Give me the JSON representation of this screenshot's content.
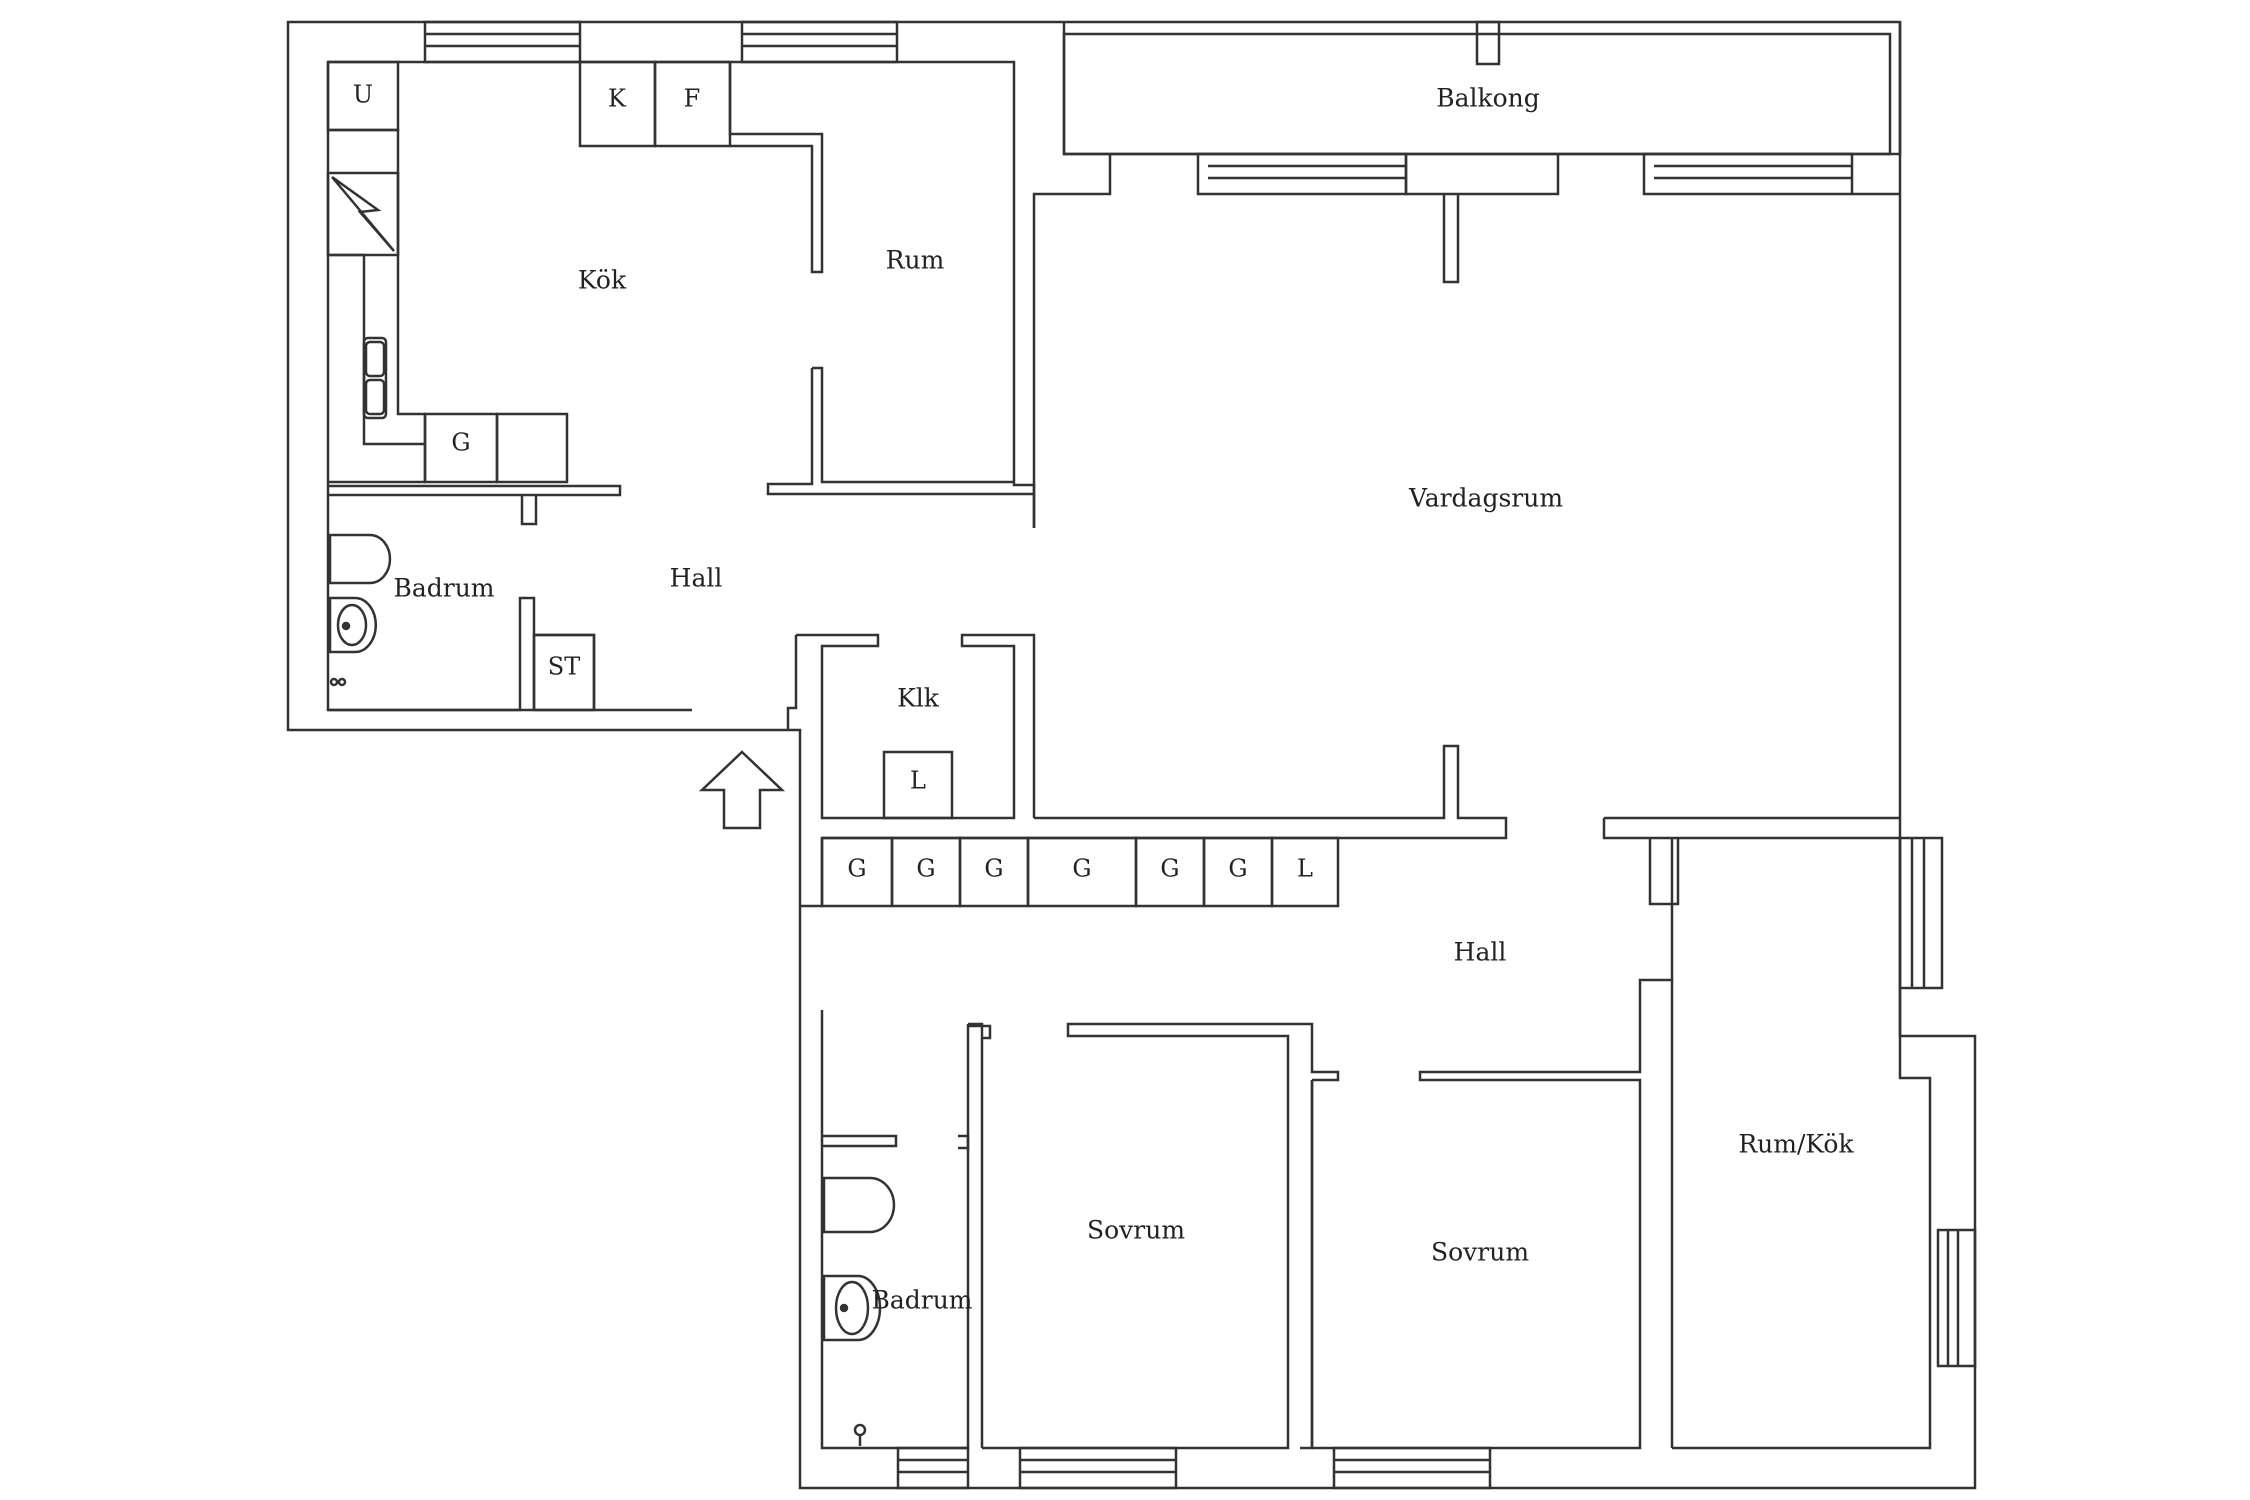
{
  "rooms": {
    "kok": "Kök",
    "rum": "Rum",
    "balkong": "Balkong",
    "vardagsrum": "Vardagsrum",
    "hall_upper": "Hall",
    "badrum_upper": "Badrum",
    "klk": "Klk",
    "hall_lower": "Hall",
    "rum_kok": "Rum/Kök",
    "sovrum_1": "Sovrum",
    "sovrum_2": "Sovrum",
    "badrum_lower": "Badrum"
  },
  "fixtures": {
    "u": "U",
    "k": "K",
    "f": "F",
    "g_kitchen": "G",
    "st": "ST",
    "l_klk": "L",
    "wardrobes": [
      "G",
      "G",
      "G",
      "G",
      "G",
      "G",
      "L"
    ]
  },
  "icons": {
    "entrance": "entrance-arrow-icon"
  }
}
